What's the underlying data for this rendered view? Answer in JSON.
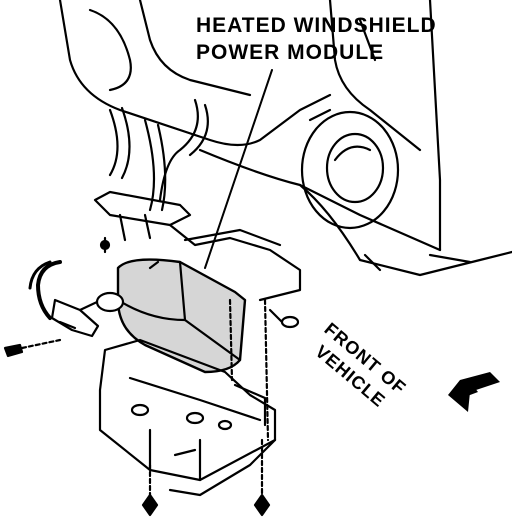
{
  "callout": {
    "line1": "HEATED WINDSHIELD",
    "line2": "POWER MODULE"
  },
  "direction": {
    "line1": "FRONT OF",
    "line2": "VEHICLE"
  },
  "colors": {
    "ink": "#000000",
    "paper": "#ffffff",
    "module_fill": "#d6d6d6"
  }
}
